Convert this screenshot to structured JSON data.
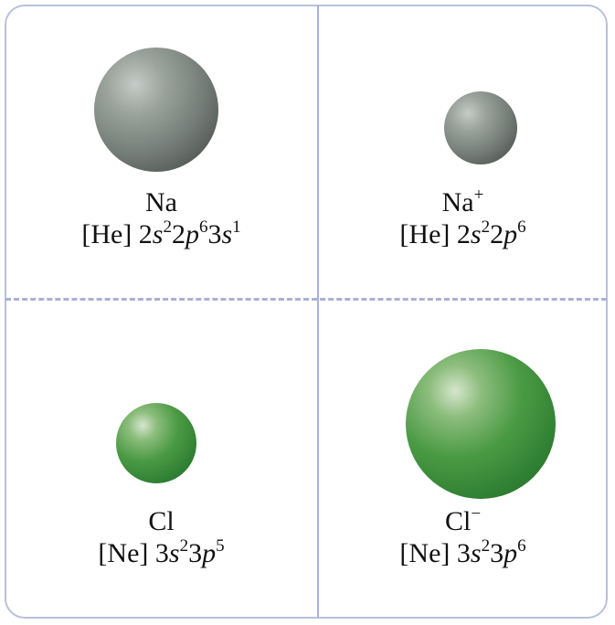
{
  "panels": {
    "na_atom": {
      "symbol": "Na",
      "config_core": "[He] 2",
      "s1": "s",
      "e1": "2",
      "n2": "2",
      "p1": "p",
      "e2": "6",
      "n3": "3",
      "s2": "s",
      "e3": "1"
    },
    "na_ion": {
      "symbol": "Na",
      "charge": "+",
      "config_core": "[He] 2",
      "s1": "s",
      "e1": "2",
      "n2": "2",
      "p1": "p",
      "e2": "6"
    },
    "cl_atom": {
      "symbol": "Cl",
      "config_core": "[Ne] 3",
      "s1": "s",
      "e1": "2",
      "n2": "3",
      "p1": "p",
      "e2": "5"
    },
    "cl_ion": {
      "symbol": "Cl",
      "charge": "−",
      "config_core": "[Ne] 3",
      "s1": "s",
      "e1": "2",
      "n2": "3",
      "p1": "p",
      "e2": "6"
    }
  },
  "colors": {
    "sodium": "#7a827d",
    "chlorine": "#3a8a3a",
    "divider": "#a9b1d6"
  }
}
